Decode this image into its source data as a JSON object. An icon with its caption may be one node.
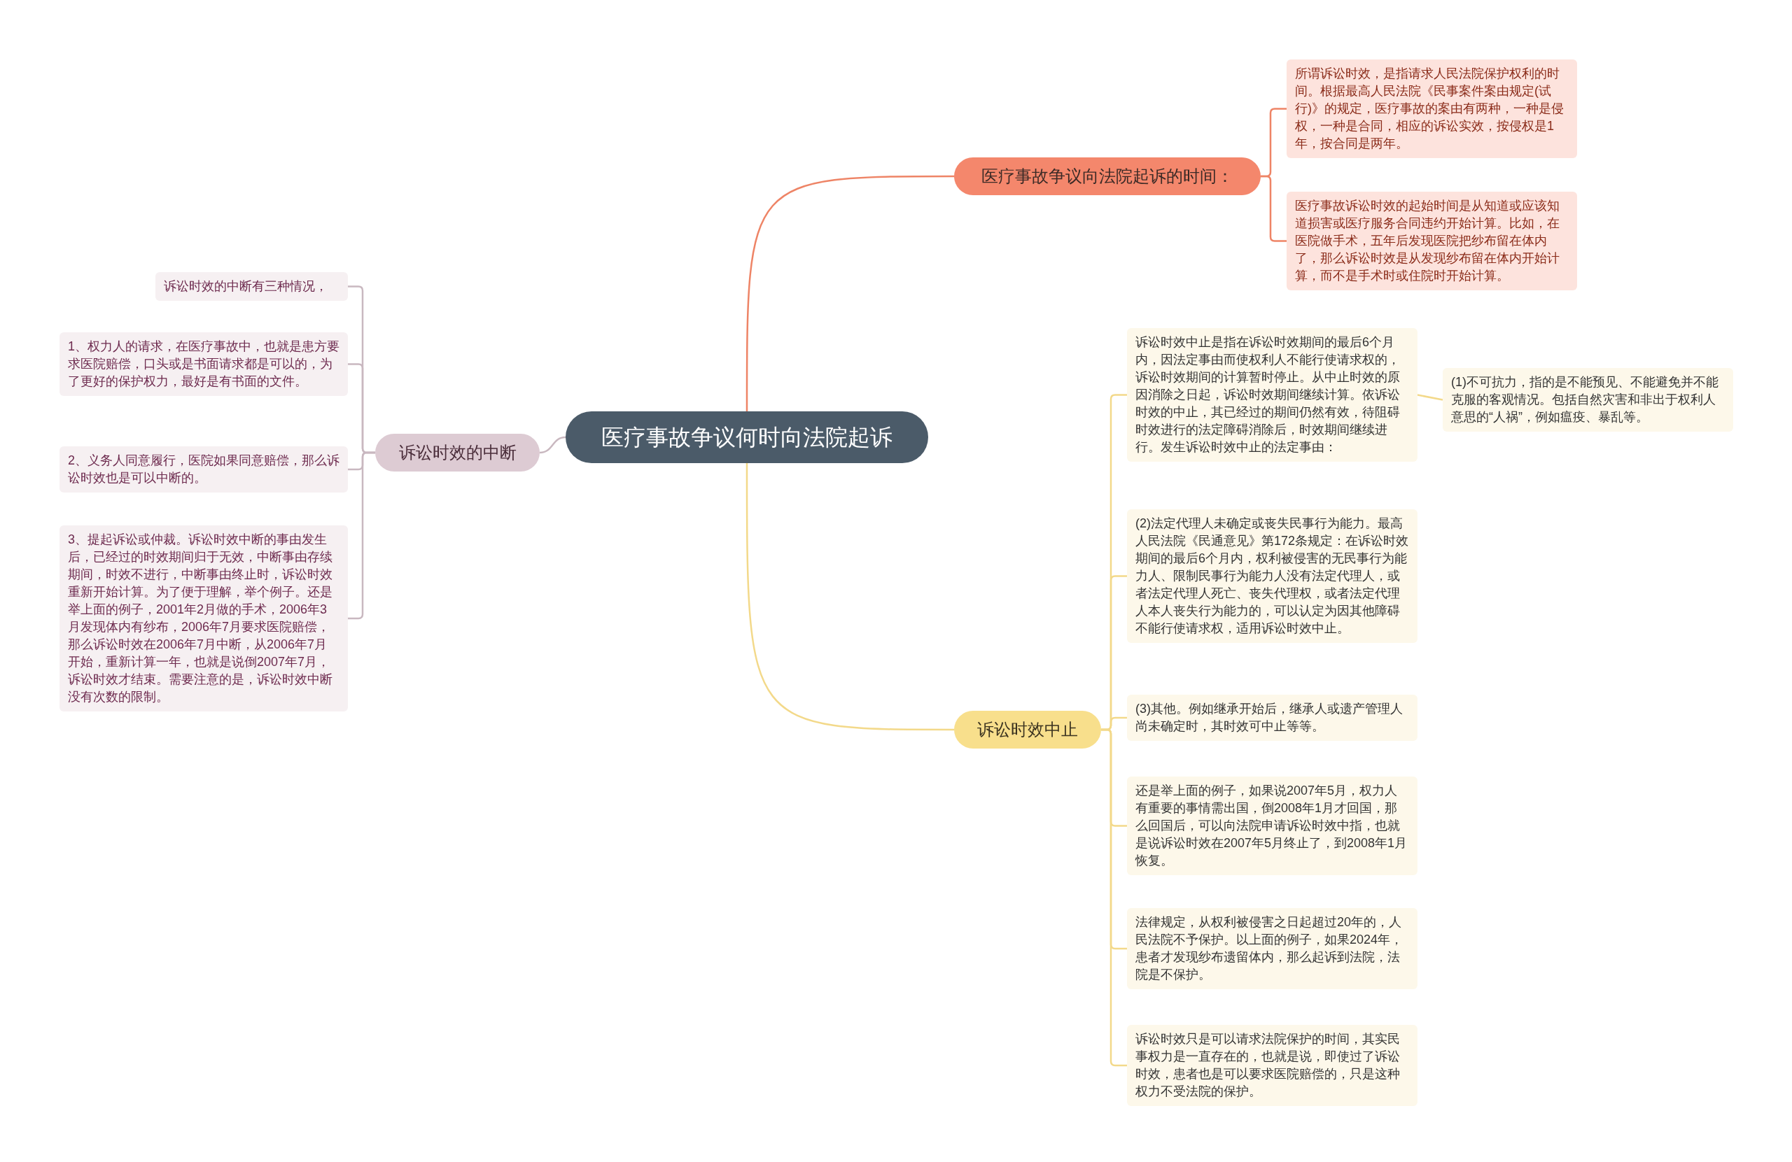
{
  "diagram": {
    "nodes": [
      {
        "text": [
          "医疗事故争议何时向法院起诉"
        ]
      },
      {
        "text": [
          "医疗事故争议向法院起诉的时间："
        ]
      },
      {
        "text": [
          "所谓诉讼时效，是指请求人民法院保护权利的时间。根据最高人民法院《民事案件案由规定(试行)》的规定，医疗事故的案由有两种，一种是侵权，一种是合同，相应的诉讼实效，按侵权是1年，按合同是两年。"
        ]
      },
      {
        "text": [
          "医疗事故诉讼时效的起始时间是从知道或应该知道损害或医疗服务合同违约开始计算。比如，在医院做手术，五年后发现医院把纱布留在体内了，那么诉讼时效是从发现纱布留在体内开始计算，而不是手术时或住院时开始计算。"
        ]
      },
      {
        "text": [
          "诉讼时效中止"
        ]
      },
      {
        "text": [
          "诉讼时效中止是指在诉讼时效期间的最后6个月内，因法定事由而使权利人不能行使请求权的，诉讼时效期间的计算暂时停止。从中止时效的原因消除之日起，诉讼时效期间继续计算。依诉讼时效的中止，其已经过的期间仍然有效，待阻碍时效进行的法定障碍消除后，时效期间继续进行。发生诉讼时效中止的法定事由："
        ]
      },
      {
        "text": [
          "(1)不可抗力，指的是不能预见、不能避免并不能克服的客观情况。包括自然灾害和非出于权利人意思的“人祸”，例如瘟疫、暴乱等。"
        ]
      },
      {
        "text": [
          "(2)法定代理人未确定或丧失民事行为能力。最高人民法院《民通意见》第172条规定：在诉讼时效期间的最后6个月内，权利被侵害的无民事行为能力人、限制民事行为能力人没有法定代理人，或者法定代理人死亡、丧失代理权，或者法定代理人本人丧失行为能力的，可以认定为因其他障碍不能行使请求权，适用诉讼时效中止。"
        ]
      },
      {
        "text": [
          "(3)其他。例如继承开始后，继承人或遗产管理人尚未确定时，其时效可中止等等。"
        ]
      },
      {
        "text": [
          "还是举上面的例子，如果说2007年5月，权力人有重要的事情需出国，倒2008年1月才回国，那么回国后，可以向法院申请诉讼时效中指，也就是说诉讼时效在2007年5月终止了，到2008年1月恢复。"
        ]
      },
      {
        "text": [
          "法律规定，从权利被侵害之日起超过20年的，人民法院不予保护。以上面的例子，如果2024年，患者才发现纱布遗留体内，那么起诉到法院，法院是不保护。"
        ]
      },
      {
        "text": [
          "诉讼时效只是可以请求法院保护的时间，其实民事权力是一直存在的，也就是说，即使过了诉讼时效，患者也是可以要求医院赔偿的，只是这种权力不受法院的保护。"
        ]
      },
      {
        "text": [
          "诉讼时效的中断"
        ]
      },
      {
        "text": [
          "诉讼时效的中断有三种情况，"
        ]
      },
      {
        "text": [
          "1、权力人的请求，在医疗事故中，也就是患方要求医院赔偿，口头或是书面请求都是可以的，为了更好的保护权力，最好是有书面的文件。"
        ]
      },
      {
        "text": [
          "2、义务人同意履行，医院如果同意赔偿，那么诉讼时效也是可以中断的。"
        ]
      },
      {
        "text": [
          "3、提起诉讼或仲裁。诉讼时效中断的事由发生后，已经过的时效期间归于无效，中断事由存续期间，时效不进行，中断事由终止时，诉讼时效重新开始计算。为了便于理解，举个例子。还是举上面的例子，2001年2月做的手术，2006年3月发现体内有纱布，2006年7月要求医院赔偿，那么诉讼时效在2006年7月中断，从2006年7月开始，重新计算一年，也就是说倒2007年7月，诉讼时效才结束。需要注意的是，诉讼时效中断没有次数的限制。"
        ]
      }
    ],
    "edges": [
      {
        "from": 0,
        "to": 1,
        "arrow": "none",
        "color": "#ee8466"
      },
      {
        "from": 1,
        "to": 2,
        "arrow": "none",
        "color": "#ee8466"
      },
      {
        "from": 1,
        "to": 3,
        "arrow": "none",
        "color": "#ee8466"
      },
      {
        "from": 0,
        "to": 4,
        "arrow": "none"
      },
      {
        "from": 4,
        "to": 5,
        "arrow": "none"
      },
      {
        "from": 5,
        "to": 6,
        "arrow": "none"
      },
      {
        "from": 4,
        "to": 7,
        "arrow": "none"
      },
      {
        "from": 4,
        "to": 8,
        "arrow": "none"
      },
      {
        "from": 4,
        "to": 9,
        "arrow": "none"
      },
      {
        "from": 4,
        "to": 10,
        "arrow": "none"
      },
      {
        "from": 4,
        "to": 11,
        "arrow": "none"
      },
      {
        "from": 0,
        "to": 12,
        "arrow": "none",
        "color": "#c9b8c0"
      },
      {
        "from": 12,
        "to": 13,
        "arrow": "none",
        "color": "#c9b8c0"
      },
      {
        "from": 12,
        "to": 14,
        "arrow": "none",
        "color": "#c9b8c0"
      },
      {
        "from": 12,
        "to": 15,
        "arrow": "none",
        "color": "#c9b8c0"
      },
      {
        "from": 12,
        "to": 16,
        "arrow": "none",
        "color": "#c9b8c0"
      }
    ]
  }
}
